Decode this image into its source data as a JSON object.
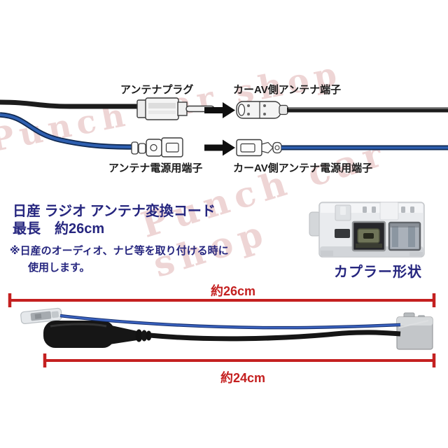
{
  "watermark": {
    "text": "Punch car shop"
  },
  "connector_diagram": {
    "plug_label": "アンテナプラグ",
    "car_av_terminal_label": "カーAV側アンテナ端子",
    "power_terminal_label": "アンテナ電源用端子",
    "car_av_power_terminal_label": "カーAV側アンテナ電源用端子"
  },
  "product_info": {
    "title": "日産 ラジオ アンテナ変換コード",
    "length_line": "最長　約26cm",
    "note_line1": "※日産のオーディオ、ナビ等を取り付ける時に",
    "note_line2": "使用します。"
  },
  "coupler": {
    "caption": "カプラー形状"
  },
  "measurements": {
    "overall": "約26cm",
    "cable": "約24cm"
  },
  "colors": {
    "heading_navy": "#26267f",
    "dimension_red": "#c42020",
    "cable_blue": "#2e5fb0",
    "watermark_pink": "#e8c6c6"
  }
}
